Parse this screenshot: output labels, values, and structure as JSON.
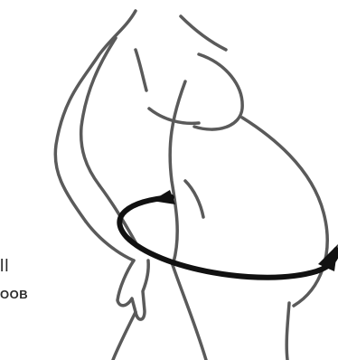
{
  "illustration": {
    "subject": "pregnant-woman-belly-measurement",
    "icon": "belly-circumference-icon",
    "colors": {
      "line": "#5a5a5a",
      "arrow": "#111111",
      "background": "#ffffff"
    }
  },
  "cropped_labels": {
    "line_1": "ll",
    "line_2": "OOB"
  }
}
